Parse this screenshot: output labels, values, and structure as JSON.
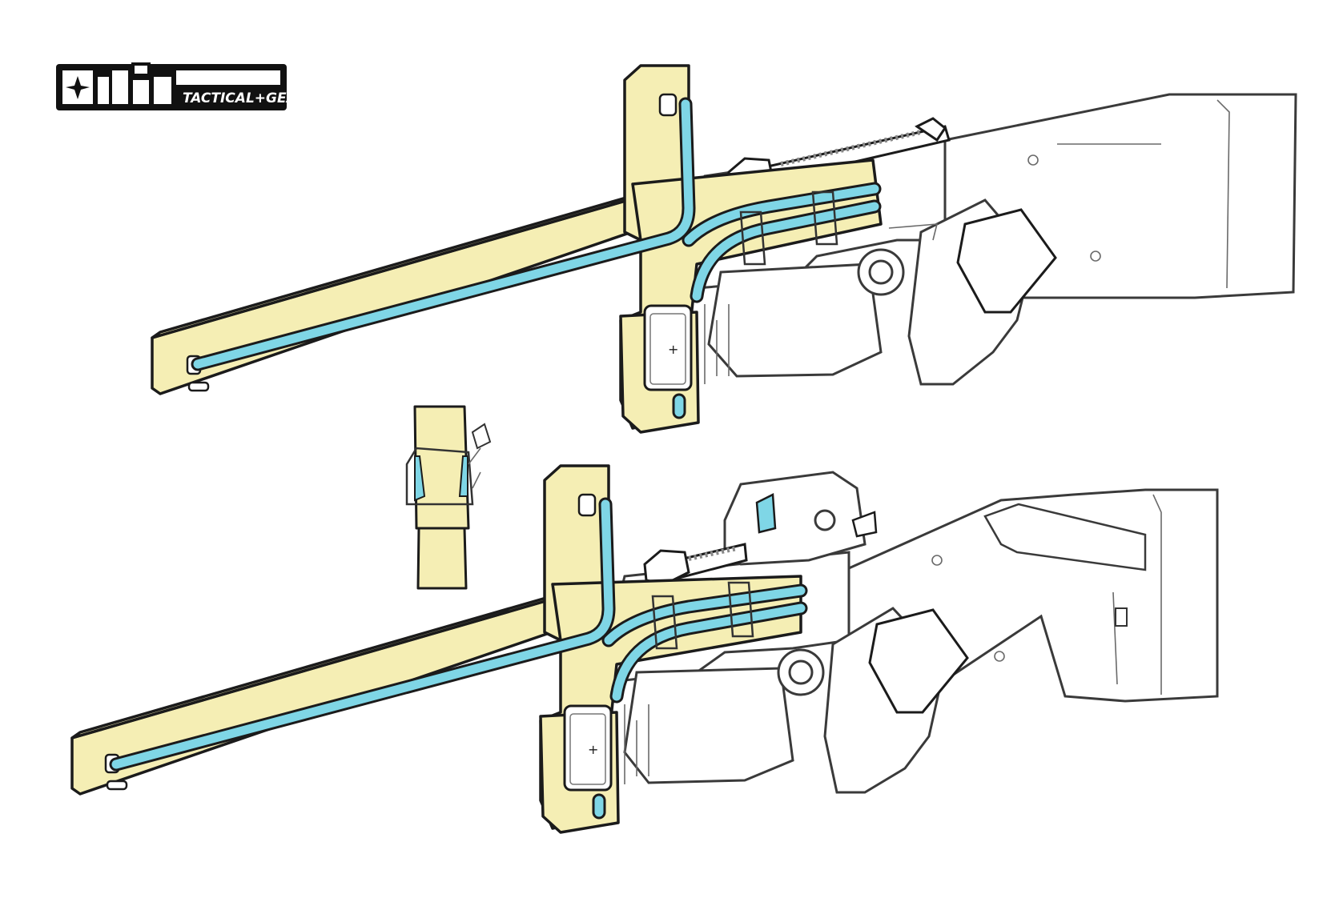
{
  "logo": {
    "brand_mark": "nir",
    "tagline": "TACTICAL+GEAR"
  },
  "colors": {
    "stock_fill": "#f5eeb4",
    "cable_fill": "#7fd6e6",
    "ink": "#1b1b1b",
    "background": "#ffffff"
  },
  "illustrations": [
    {
      "id": "top-rifle",
      "variant": "iron-sights"
    },
    {
      "id": "end-view",
      "variant": "front-profile"
    },
    {
      "id": "bottom-rifle",
      "variant": "holographic-sight"
    }
  ]
}
